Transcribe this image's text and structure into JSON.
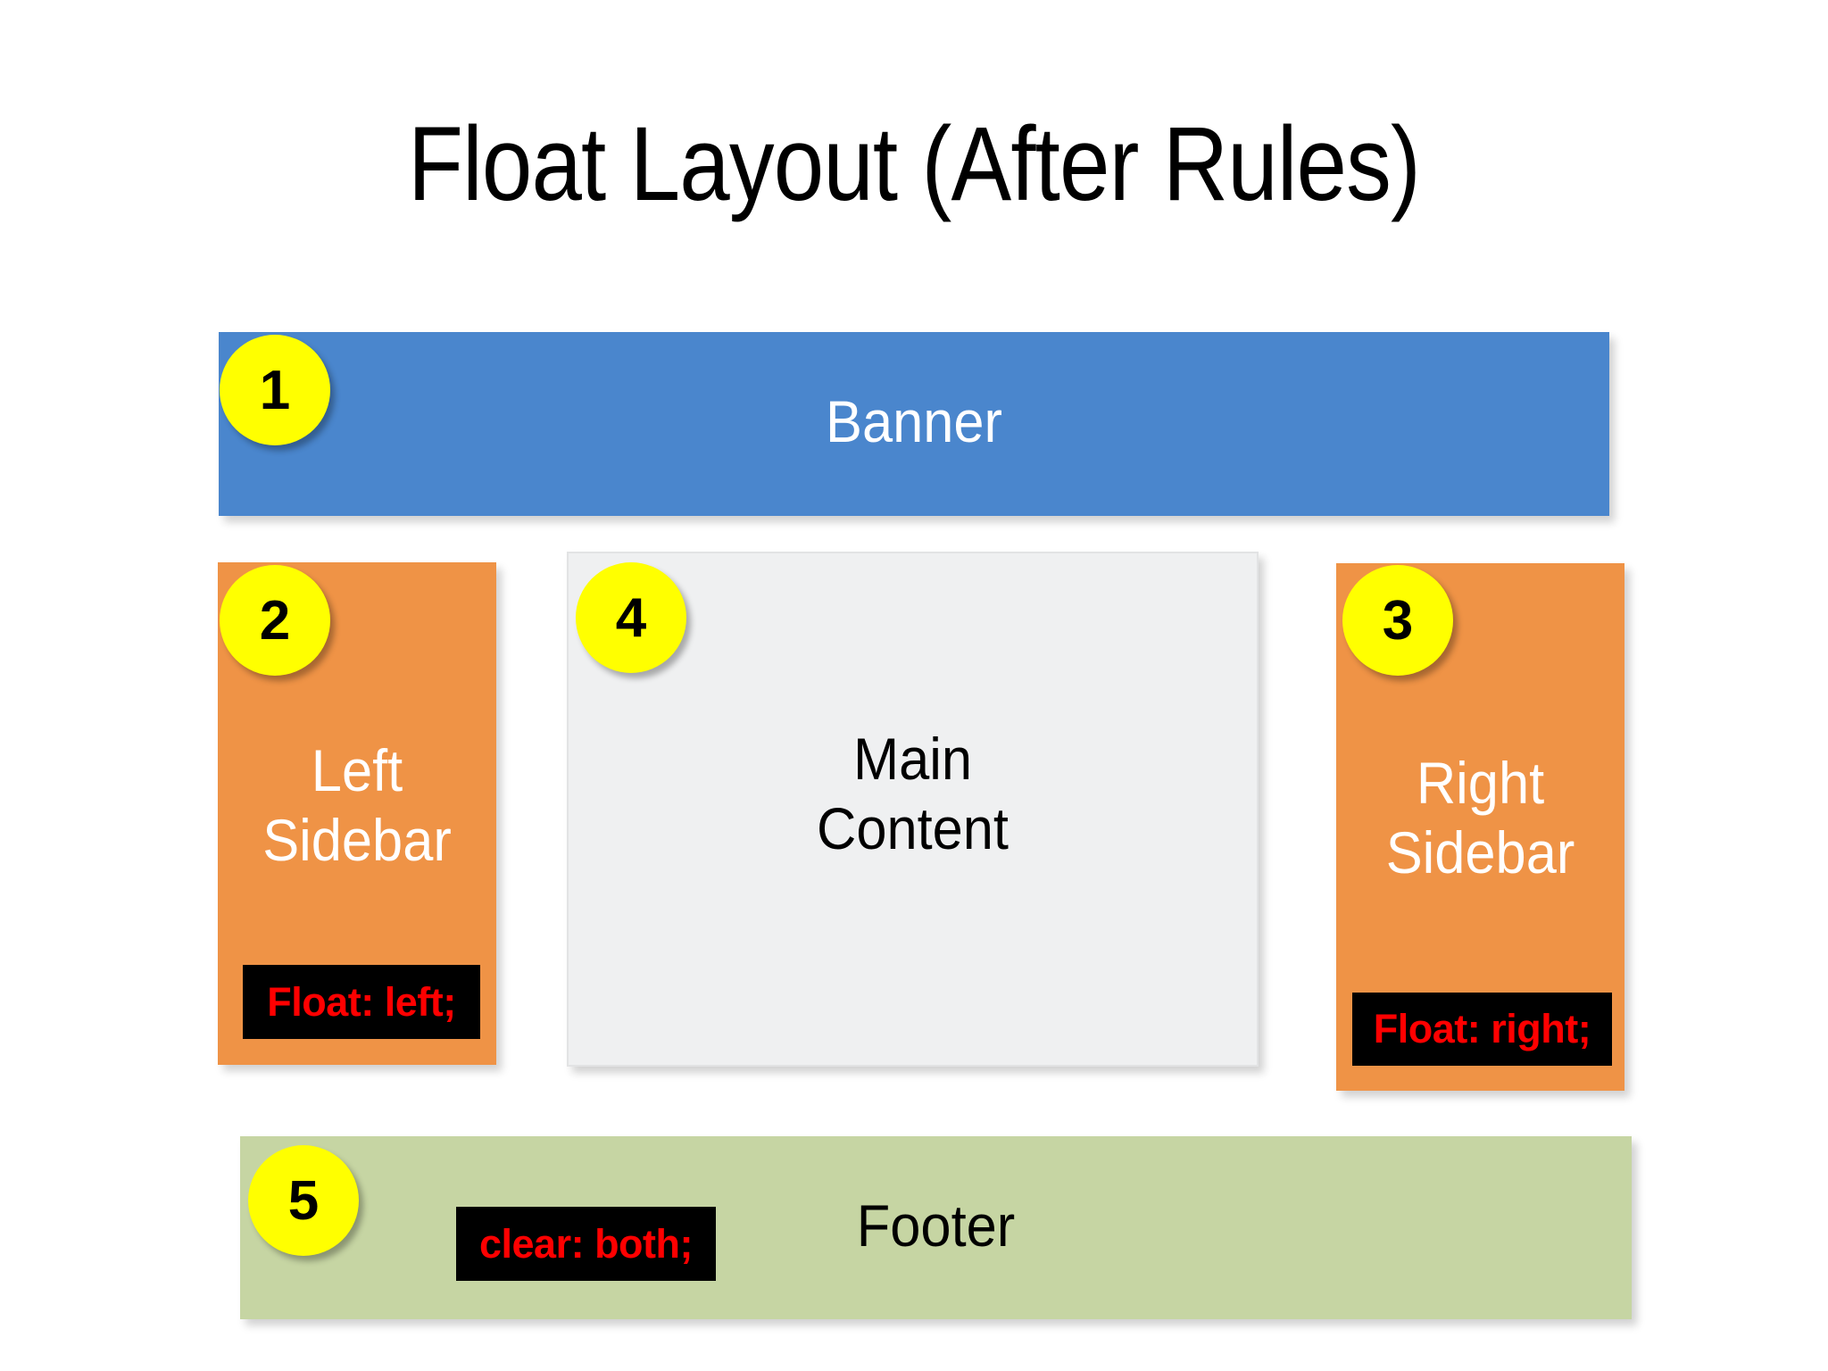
{
  "slide": {
    "title": "Float Layout (After Rules)",
    "background": "#ffffff"
  },
  "colors": {
    "banner": "#4a86cd",
    "sidebar": "#ef9346",
    "main_content": "#eff0f1",
    "footer": "#c6d5a3",
    "marker": "#ffff00",
    "code_chip_background": "#000000",
    "code_chip_text": "#ff0000"
  },
  "blocks": {
    "banner": {
      "label": "Banner",
      "marker": "1"
    },
    "left_sidebar": {
      "label": "Left\nSidebar",
      "marker": "2",
      "code": "Float: left;"
    },
    "right_sidebar": {
      "label": "Right\nSidebar",
      "marker": "3",
      "code": "Float: right;"
    },
    "main_content": {
      "label": "Main\nContent",
      "marker": "4"
    },
    "footer": {
      "label": "Footer",
      "marker": "5",
      "code": "clear: both;"
    }
  }
}
